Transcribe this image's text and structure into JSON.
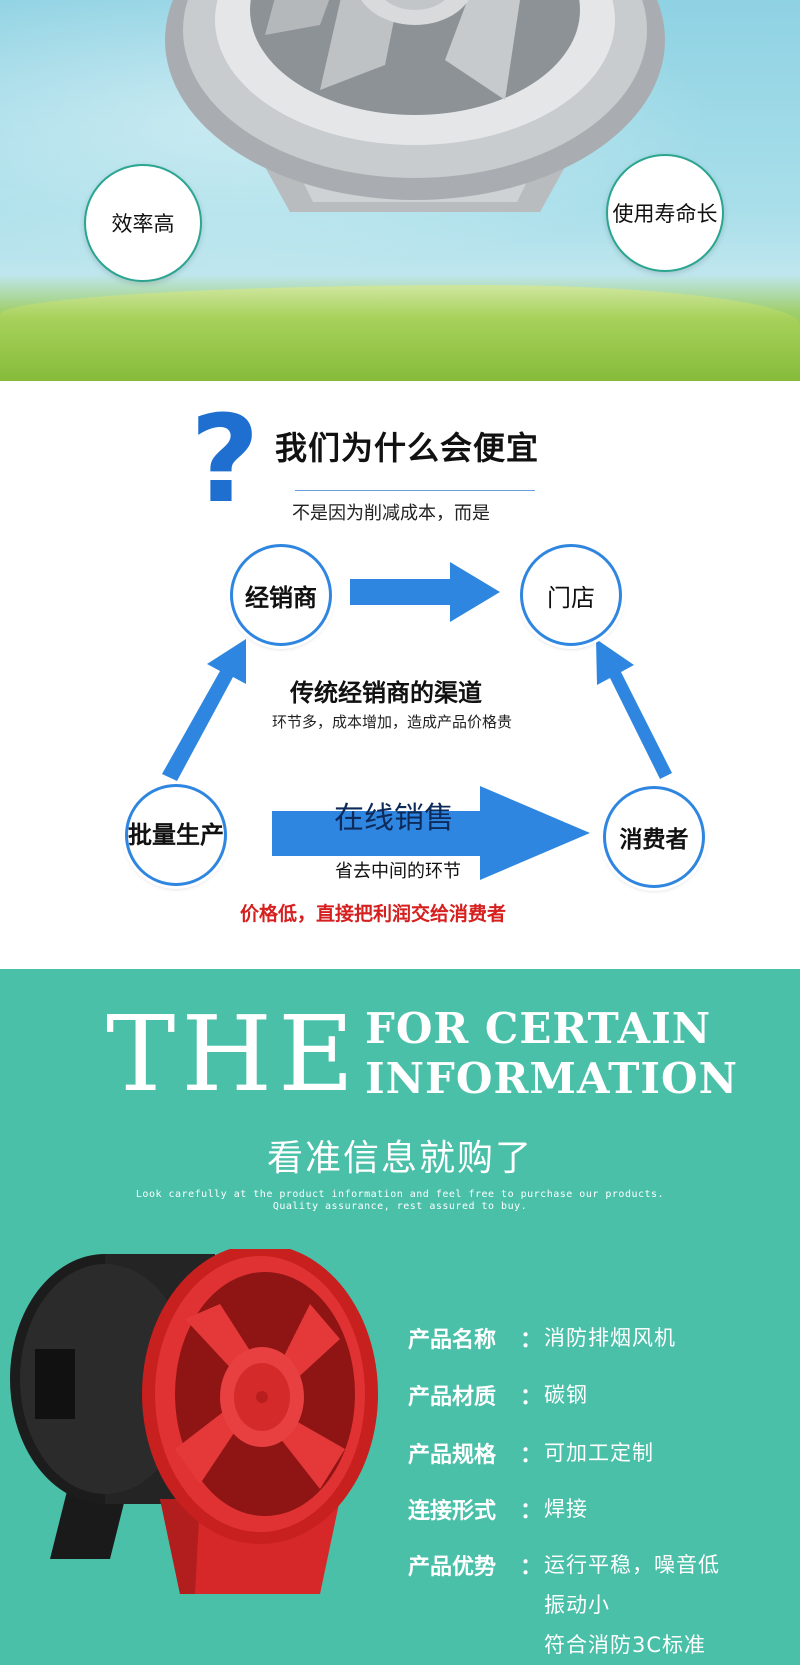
{
  "hero": {
    "feature_left": "效率高",
    "feature_right": "使用寿命长"
  },
  "why_cheap": {
    "question_mark": "?",
    "title": "我们为什么会便宜",
    "subtitle": "不是因为削减成本，而是",
    "node_dealer": "经销商",
    "node_store": "门店",
    "node_mass_line1": "批量",
    "node_mass_line2": "生产",
    "node_consumer": "消费者",
    "channel_title": "传统经销商的渠道",
    "channel_sub": "环节多，成本增加，造成产品价格贵",
    "online_title": "在线销售",
    "online_sub": "省去中间的环节",
    "conclusion": "价格低，直接把利润交给消费者",
    "colors": {
      "arrow": "#2f86e0",
      "conclusion": "#d6201f"
    }
  },
  "info": {
    "big_word": "THE",
    "line1": "FOR CERTAIN",
    "line2": "INFORMATION",
    "cn_title": "看准信息就购了",
    "en_line1": "Look carefully at the product information and feel free to purchase our products.",
    "en_line2": "Quality assurance, rest assured to buy.",
    "background": "#4ac0a9",
    "specs": {
      "name_label": "产品名称",
      "name_value": "消防排烟风机",
      "material_label": "产品材质",
      "material_value": "碳钢",
      "size_label": "产品规格",
      "size_value": "可加工定制",
      "connect_label": "连接形式",
      "connect_value": "焊接",
      "adv_label": "产品优势",
      "adv_value1": "运行平稳，噪音低",
      "adv_value2": "振动小",
      "adv_value3": "符合消防3C标准",
      "colon": "："
    }
  }
}
